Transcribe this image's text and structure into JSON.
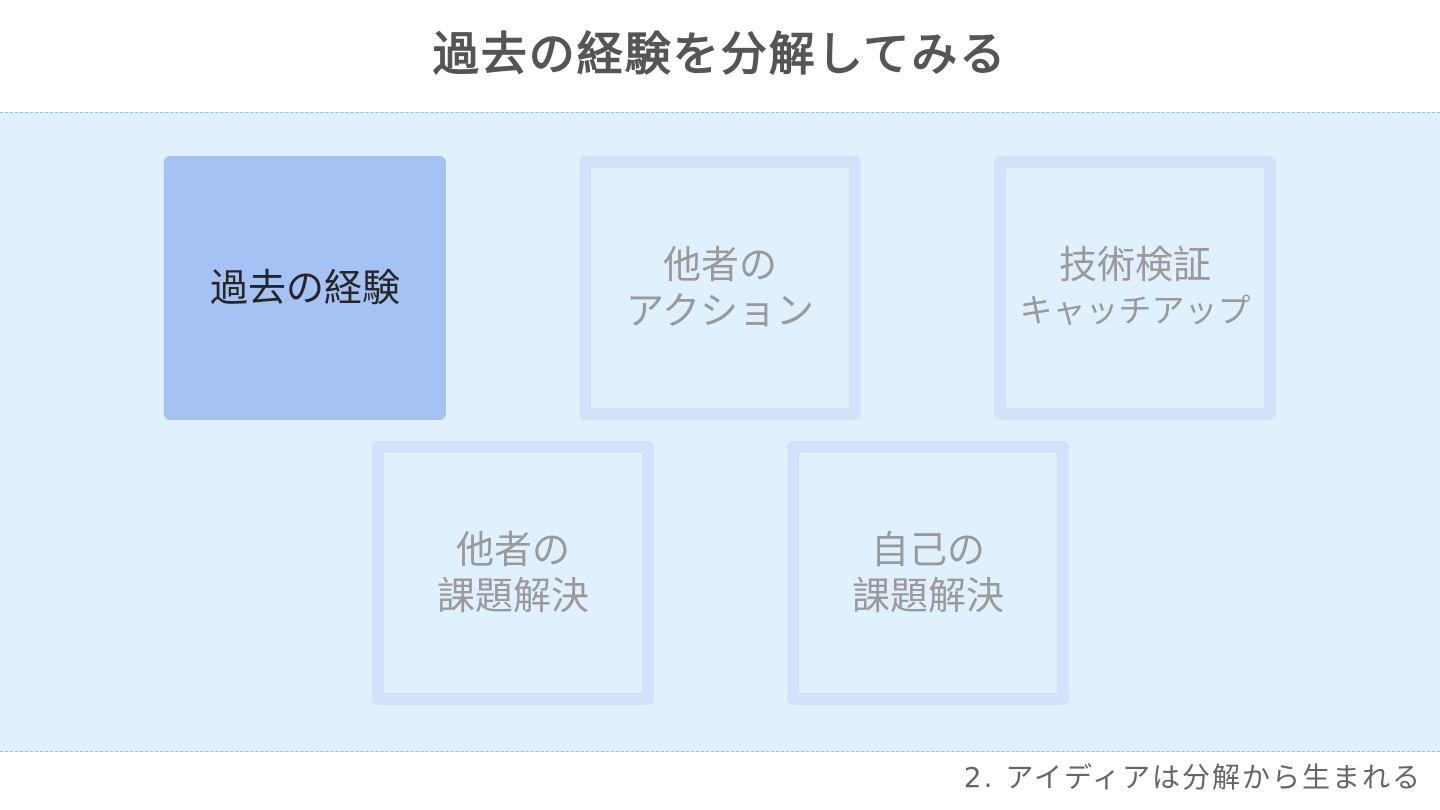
{
  "slide": {
    "title": "過去の経験を分解してみる",
    "footer": "2. アイディアは分解から生まれる"
  },
  "boxes": [
    {
      "lines": [
        "過去の経験"
      ],
      "state": "active"
    },
    {
      "lines": [
        "他者の",
        "アクション"
      ],
      "state": "inactive"
    },
    {
      "lines": [
        "技術検証",
        "キャッチアップ"
      ],
      "state": "inactive"
    },
    {
      "lines": [
        "他者の",
        "課題解決"
      ],
      "state": "inactive"
    },
    {
      "lines": [
        "自己の",
        "課題解決"
      ],
      "state": "inactive"
    }
  ],
  "colors": {
    "band_background": "#e0f1fd",
    "active_box": "#a4c2f4",
    "inactive_border": "#d2e2fa",
    "dashed_line": "#86c8e6"
  }
}
